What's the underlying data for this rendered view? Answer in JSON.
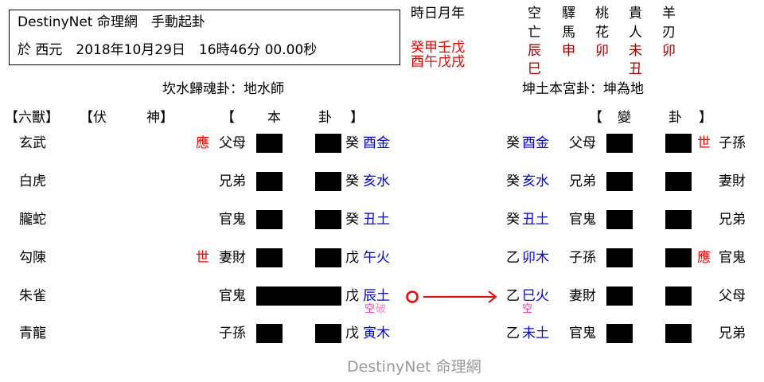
{
  "header": {
    "title_line": "DestinyNet 命理網　手動起卦",
    "date_line": "於 西元　2018年10月29日　16時46分 00.00秒"
  },
  "ganzhi": {
    "label": "時日月年",
    "stems": "癸甲壬戊",
    "branches": "酉午戊戌"
  },
  "shensha": {
    "columns": [
      {
        "name1": "空",
        "name2": "亡",
        "values": [
          "辰",
          "巳"
        ]
      },
      {
        "name1": "驛",
        "name2": "馬",
        "values": [
          "申"
        ]
      },
      {
        "name1": "桃",
        "name2": "花",
        "values": [
          "卯"
        ]
      },
      {
        "name1": "貴",
        "name2": "人",
        "values": [
          "未",
          "丑"
        ]
      },
      {
        "name1": "羊",
        "name2": "刃",
        "values": [
          "卯"
        ]
      }
    ]
  },
  "main_gua_title": "坎水歸魂卦：地水師",
  "change_gua_title": "坤土本宮卦：坤為地",
  "column_headers": {
    "liushou": "【六獸】",
    "fushen_open": "【伏",
    "fushen_close": "神】",
    "bengua_open": "【",
    "bengua_mid1": "本",
    "bengua_mid2": "卦",
    "bengua_close": "】",
    "biangua_open": "【",
    "biangua_mid1": "變",
    "biangua_mid2": "卦",
    "biangua_close": "】"
  },
  "rows": [
    {
      "liushou": "玄武",
      "shi_ying": "應",
      "relative": "父母",
      "line": "yin",
      "stem": "癸",
      "branch_element": "酉金",
      "marks": [],
      "change": {
        "stem": "癸",
        "branch_element": "酉金",
        "relative": "父母",
        "line": "yin",
        "shi_ying": "世",
        "right_relative": "子孫",
        "marks": []
      }
    },
    {
      "liushou": "白虎",
      "shi_ying": "",
      "relative": "兄弟",
      "line": "yin",
      "stem": "癸",
      "branch_element": "亥水",
      "marks": [],
      "change": {
        "stem": "癸",
        "branch_element": "亥水",
        "relative": "兄弟",
        "line": "yin",
        "shi_ying": "",
        "right_relative": "妻財",
        "marks": []
      }
    },
    {
      "liushou": "朧蛇",
      "shi_ying": "",
      "relative": "官鬼",
      "line": "yin",
      "stem": "癸",
      "branch_element": "丑土",
      "marks": [],
      "change": {
        "stem": "癸",
        "branch_element": "丑土",
        "relative": "官鬼",
        "line": "yin",
        "shi_ying": "",
        "right_relative": "兄弟",
        "marks": []
      }
    },
    {
      "liushou": "勾陳",
      "shi_ying": "世",
      "relative": "妻財",
      "line": "yin",
      "stem": "戊",
      "branch_element": "午火",
      "marks": [],
      "change": {
        "stem": "乙",
        "branch_element": "卯木",
        "relative": "子孫",
        "line": "yin",
        "shi_ying": "應",
        "right_relative": "官鬼",
        "marks": []
      }
    },
    {
      "liushou": "朱雀",
      "shi_ying": "",
      "relative": "官鬼",
      "line": "yang",
      "stem": "戊",
      "branch_element": "辰土",
      "marks": [
        "空",
        "破"
      ],
      "moving": "○",
      "change": {
        "stem": "乙",
        "branch_element": "巳火",
        "relative": "妻財",
        "line": "yin",
        "shi_ying": "",
        "right_relative": "父母",
        "marks": [
          "空"
        ]
      }
    },
    {
      "liushou": "青龍",
      "shi_ying": "",
      "relative": "子孫",
      "line": "yin",
      "stem": "戊",
      "branch_element": "寅木",
      "marks": [],
      "change": {
        "stem": "乙",
        "branch_element": "未土",
        "relative": "官鬼",
        "line": "yin",
        "shi_ying": "",
        "right_relative": "兄弟",
        "marks": []
      }
    }
  ],
  "colors": {
    "red": "#ff0000",
    "dark_red": "#a30000",
    "blue": "#0000ff",
    "pink_kong": "#ff3399",
    "pink_po": "#ff88cc",
    "watermark": "#9a9a9a"
  },
  "watermark": "DestinyNet 命理網"
}
